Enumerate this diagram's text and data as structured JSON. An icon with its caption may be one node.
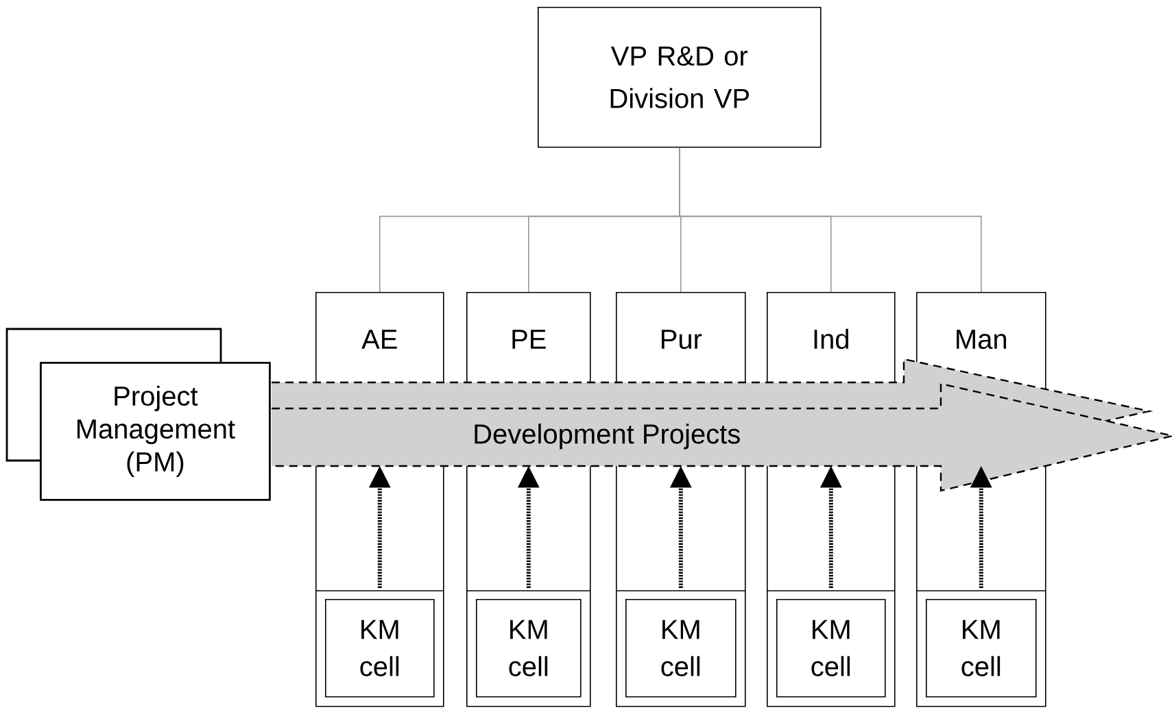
{
  "diagram": {
    "nodes": [
      {
        "text": [
          "VP R&D or Division VP"
        ]
      },
      {
        "text": [
          "AE"
        ]
      },
      {
        "text": [
          "KM cell"
        ],
        "in": 1
      },
      {
        "text": [
          "PE"
        ]
      },
      {
        "text": [
          "KM cell"
        ],
        "in": 3
      },
      {
        "text": [
          "Pur"
        ]
      },
      {
        "text": [
          "KM cell"
        ],
        "in": 5
      },
      {
        "text": [
          "Ind"
        ]
      },
      {
        "text": [
          "KM cell"
        ],
        "in": 7
      },
      {
        "text": [
          "Man"
        ]
      },
      {
        "text": [
          "KM cell"
        ],
        "in": 9
      },
      {
        "text": [
          "Project Management (PM)"
        ]
      },
      {
        "text": [
          "Development Projects"
        ]
      }
    ],
    "edges": [
      {
        "from": 0,
        "to": 1,
        "arrow": "none",
        "color": "#999999"
      },
      {
        "from": 0,
        "to": 3,
        "arrow": "none",
        "color": "#999999"
      },
      {
        "from": 0,
        "to": 5,
        "arrow": "none",
        "color": "#999999"
      },
      {
        "from": 0,
        "to": 7,
        "arrow": "none",
        "color": "#999999"
      },
      {
        "from": 0,
        "to": 9,
        "arrow": "none",
        "color": "#999999"
      },
      {
        "from": 2,
        "to": 12,
        "arrow": "to",
        "style": "dashed",
        "color": "#000000"
      },
      {
        "from": 4,
        "to": 12,
        "arrow": "to",
        "style": "dashed",
        "color": "#000000"
      },
      {
        "from": 6,
        "to": 12,
        "arrow": "to",
        "style": "dashed",
        "color": "#000000"
      },
      {
        "from": 8,
        "to": 12,
        "arrow": "to",
        "style": "dashed",
        "color": "#000000"
      },
      {
        "from": 10,
        "to": 12,
        "arrow": "to",
        "style": "dashed",
        "color": "#000000"
      }
    ]
  }
}
